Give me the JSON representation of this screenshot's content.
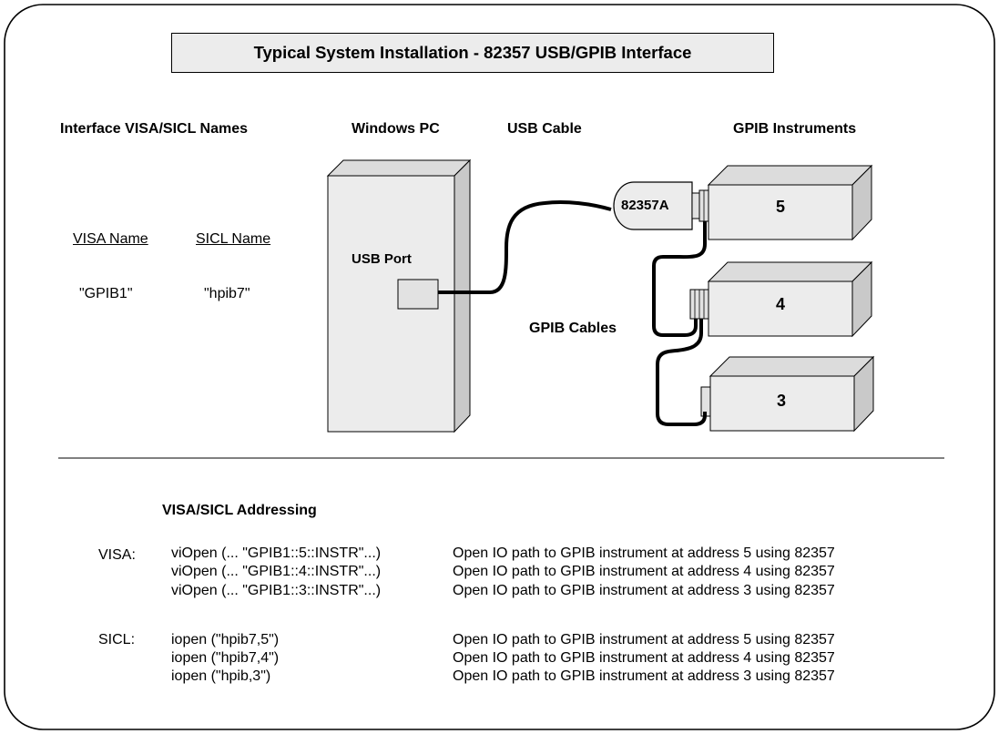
{
  "title": "Typical System Installation - 82357 USB/GPIB Interface",
  "headers": {
    "interface_names": "Interface VISA/SICL Names",
    "windows_pc": "Windows PC",
    "usb_cable": "USB Cable",
    "gpib_instruments": "GPIB Instruments"
  },
  "names": {
    "visa_header": "VISA Name",
    "sicl_header": "SICL Name",
    "visa_value": "\"GPIB1\"",
    "sicl_value": "\"hpib7\""
  },
  "pc": {
    "usb_port_label": "USB Port"
  },
  "adapter": {
    "label": "82357A"
  },
  "gpib_cables_label": "GPIB Cables",
  "instruments": [
    {
      "address": "5"
    },
    {
      "address": "4"
    },
    {
      "address": "3"
    }
  ],
  "addressing": {
    "heading": "VISA/SICL Addressing",
    "visa": {
      "label": "VISA:",
      "rows": [
        {
          "call": "viOpen (... \"GPIB1::5::INSTR\"...)",
          "desc": "Open IO path to GPIB instrument at address 5 using 82357"
        },
        {
          "call": "viOpen (... \"GPIB1::4::INSTR\"...)",
          "desc": "Open IO path to GPIB instrument at address 4 using 82357"
        },
        {
          "call": "viOpen (... \"GPIB1::3::INSTR\"...)",
          "desc": "Open IO path to GPIB instrument at address 3 using 82357"
        }
      ]
    },
    "sicl": {
      "label": "SICL:",
      "rows": [
        {
          "call": "iopen (\"hpib7,5\")",
          "desc": "Open IO path to GPIB instrument at address 5 using 82357"
        },
        {
          "call": "iopen (\"hpib7,4\")",
          "desc": "Open IO path to GPIB instrument at address 4 using 82357"
        },
        {
          "call": "iopen (\"hpib,3\")",
          "desc": "Open IO path to GPIB instrument at address 3 using 82357"
        }
      ]
    }
  },
  "colors": {
    "box_fill": "#ececec",
    "box_side": "#c9c9c9",
    "box_top": "#dcdcdc",
    "stroke": "#000000"
  }
}
